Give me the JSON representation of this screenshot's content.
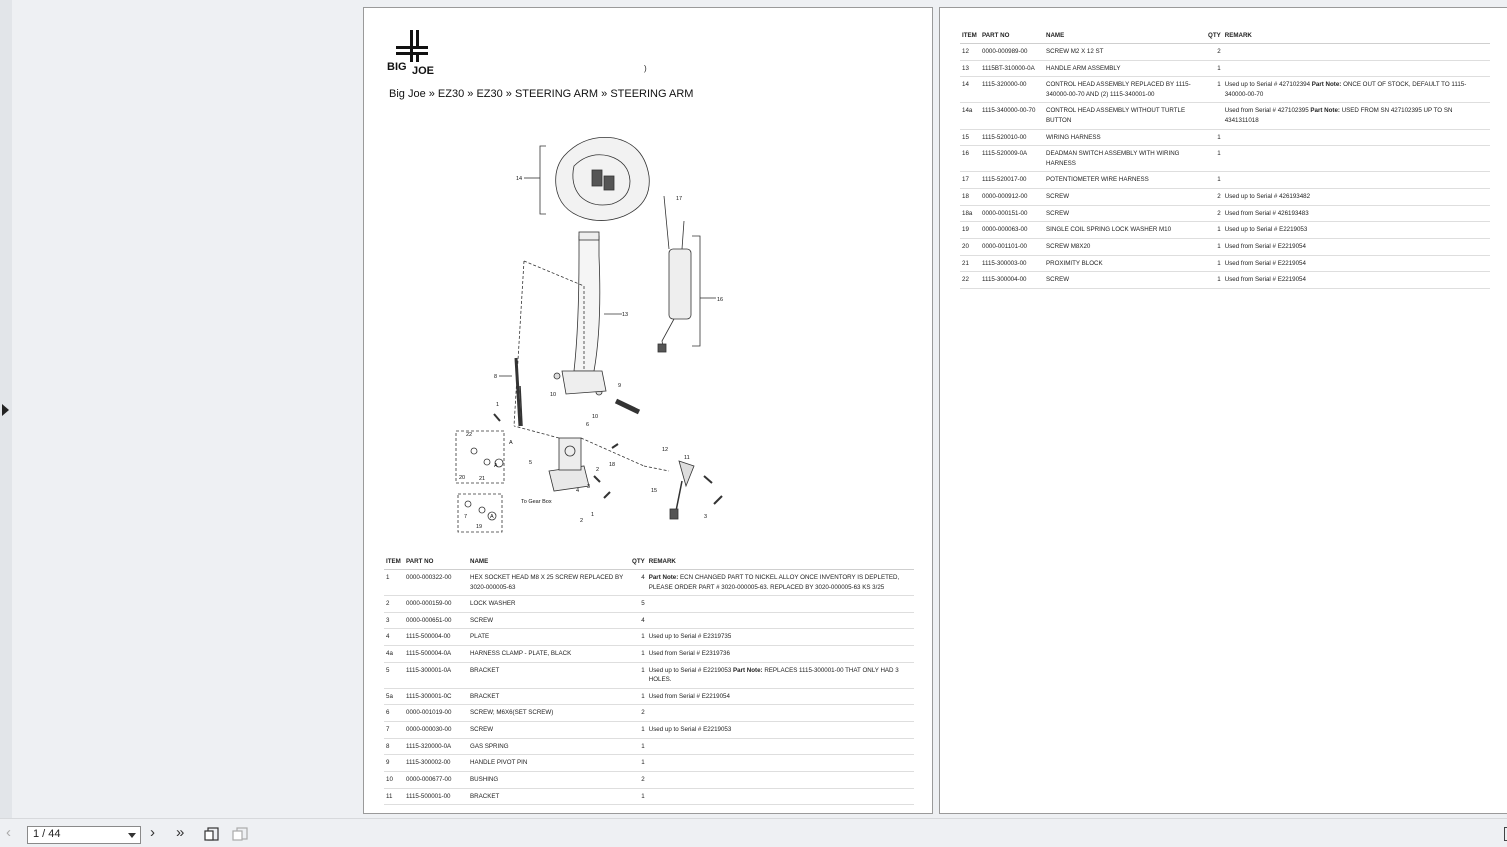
{
  "breadcrumb": "Big Joe » EZ30 » EZ30 » STEERING ARM » STEERING ARM",
  "logo_text": "BIG JOE",
  "stray_mark": ")",
  "diagram_labels": {
    "callouts": [
      "14",
      "17",
      "13",
      "16",
      "8",
      "10",
      "9",
      "10",
      "6",
      "1",
      "22",
      "A",
      "A",
      "5",
      "21",
      "20",
      "2",
      "4",
      "3",
      "18",
      "12",
      "11",
      "15",
      "7",
      "19",
      "A",
      "2",
      "1",
      "3"
    ],
    "gearbox": "To Gear Box"
  },
  "table_headers": {
    "item": "ITEM",
    "part_no": "PART NO",
    "name": "NAME",
    "qty": "QTY",
    "remark": "REMARK"
  },
  "page1_rows": [
    {
      "item": "1",
      "part_no": "0000-000322-00",
      "name": "HEX SOCKET HEAD M8 X 25 SCREW REPLACED BY 3020-000005-63",
      "qty": "4",
      "remark_bold": "Part Note:",
      "remark": " ECN CHANGED PART TO NICKEL ALLOY ONCE INVENTORY IS DEPLETED, PLEASE ORDER PART # 3020-000005-63. REPLACED BY 3020-000005-63 KS 3/25"
    },
    {
      "item": "2",
      "part_no": "0000-000159-00",
      "name": "LOCK WASHER",
      "qty": "5",
      "remark_bold": "",
      "remark": ""
    },
    {
      "item": "3",
      "part_no": "0000-000651-00",
      "name": "SCREW",
      "qty": "4",
      "remark_bold": "",
      "remark": ""
    },
    {
      "item": "4",
      "part_no": "1115-500004-00",
      "name": "PLATE",
      "qty": "1",
      "remark_bold": "",
      "remark": "Used up to Serial # E2319735"
    },
    {
      "item": "4a",
      "part_no": "1115-500004-0A",
      "name": "HARNESS CLAMP - PLATE, BLACK",
      "qty": "1",
      "remark_bold": "",
      "remark": "Used from Serial # E2319736"
    },
    {
      "item": "5",
      "part_no": "1115-300001-0A",
      "name": "BRACKET",
      "qty": "1",
      "remark_bold": "",
      "remark": "Used up to Serial # E2219053 ",
      "remark_bold2": "Part Note:",
      "remark2": " REPLACES 1115-300001-00 THAT ONLY HAD 3 HOLES."
    },
    {
      "item": "5a",
      "part_no": "1115-300001-0C",
      "name": "BRACKET",
      "qty": "1",
      "remark_bold": "",
      "remark": "Used from Serial # E2219054"
    },
    {
      "item": "6",
      "part_no": "0000-001019-00",
      "name": "SCREW; M6X6(SET SCREW)",
      "qty": "2",
      "remark_bold": "",
      "remark": ""
    },
    {
      "item": "7",
      "part_no": "0000-000030-00",
      "name": "SCREW",
      "qty": "1",
      "remark_bold": "",
      "remark": "Used up to Serial # E2219053"
    },
    {
      "item": "8",
      "part_no": "1115-320000-0A",
      "name": "GAS SPRING",
      "qty": "1",
      "remark_bold": "",
      "remark": ""
    },
    {
      "item": "9",
      "part_no": "1115-300002-00",
      "name": "HANDLE PIVOT PIN",
      "qty": "1",
      "remark_bold": "",
      "remark": ""
    },
    {
      "item": "10",
      "part_no": "0000-000677-00",
      "name": "BUSHING",
      "qty": "2",
      "remark_bold": "",
      "remark": ""
    },
    {
      "item": "11",
      "part_no": "1115-500001-00",
      "name": "BRACKET",
      "qty": "1",
      "remark_bold": "",
      "remark": ""
    }
  ],
  "page2_rows": [
    {
      "item": "12",
      "part_no": "0000-000989-00",
      "name": "SCREW M2 X 12 ST",
      "qty": "2",
      "remark_bold": "",
      "remark": ""
    },
    {
      "item": "13",
      "part_no": "1115BT-310000-0A",
      "name": "HANDLE ARM ASSEMBLY",
      "qty": "1",
      "remark_bold": "",
      "remark": ""
    },
    {
      "item": "14",
      "part_no": "1115-320000-00",
      "name": "CONTROL HEAD ASSEMBLY REPLACED BY 1115-340000-00-70 AND (2) 1115-340001-00",
      "qty": "1",
      "remark_bold": "",
      "remark": "Used up to Serial # 427102394 ",
      "remark_bold2": "Part Note:",
      "remark2": " ONCE OUT OF STOCK, DEFAULT TO 1115-340000-00-70"
    },
    {
      "item": "14a",
      "part_no": "1115-340000-00-70",
      "name": "CONTROL HEAD ASSEMBLY WITHOUT TURTLE BUTTON",
      "qty": "",
      "remark_bold": "",
      "remark": "Used from Serial # 427102395 ",
      "remark_bold2": "Part Note:",
      "remark2": " USED FROM SN 427102395 UP TO SN 4341311018"
    },
    {
      "item": "15",
      "part_no": "1115-520010-00",
      "name": "WIRING HARNESS",
      "qty": "1",
      "remark_bold": "",
      "remark": ""
    },
    {
      "item": "16",
      "part_no": "1115-520009-0A",
      "name": "DEADMAN SWITCH ASSEMBLY WITH WIRING HARNESS",
      "qty": "1",
      "remark_bold": "",
      "remark": ""
    },
    {
      "item": "17",
      "part_no": "1115-520017-00",
      "name": "POTENTIOMETER WIRE HARNESS",
      "qty": "1",
      "remark_bold": "",
      "remark": ""
    },
    {
      "item": "18",
      "part_no": "0000-000912-00",
      "name": "SCREW",
      "qty": "2",
      "remark_bold": "",
      "remark": "Used up to Serial # 426193482"
    },
    {
      "item": "18a",
      "part_no": "0000-000151-00",
      "name": "SCREW",
      "qty": "2",
      "remark_bold": "",
      "remark": "Used from Serial # 426193483"
    },
    {
      "item": "19",
      "part_no": "0000-000063-00",
      "name": "SINGLE COIL SPRING LOCK WASHER M10",
      "qty": "1",
      "remark_bold": "",
      "remark": "Used up to Serial # E2219053"
    },
    {
      "item": "20",
      "part_no": "0000-001101-00",
      "name": "SCREW M8X20",
      "qty": "1",
      "remark_bold": "",
      "remark": "Used from Serial # E2219054"
    },
    {
      "item": "21",
      "part_no": "1115-300003-00",
      "name": "PROXIMITY BLOCK",
      "qty": "1",
      "remark_bold": "",
      "remark": "Used from Serial # E2219054"
    },
    {
      "item": "22",
      "part_no": "1115-300004-00",
      "name": "SCREW",
      "qty": "1",
      "remark_bold": "",
      "remark": "Used from Serial # E2219054"
    }
  ],
  "toolbar": {
    "page_indicator": "1 / 44",
    "prev_icon": "chevron-left-icon",
    "next_icon": "chevron-right-icon",
    "last_icon": "double-chevron-right-icon"
  }
}
